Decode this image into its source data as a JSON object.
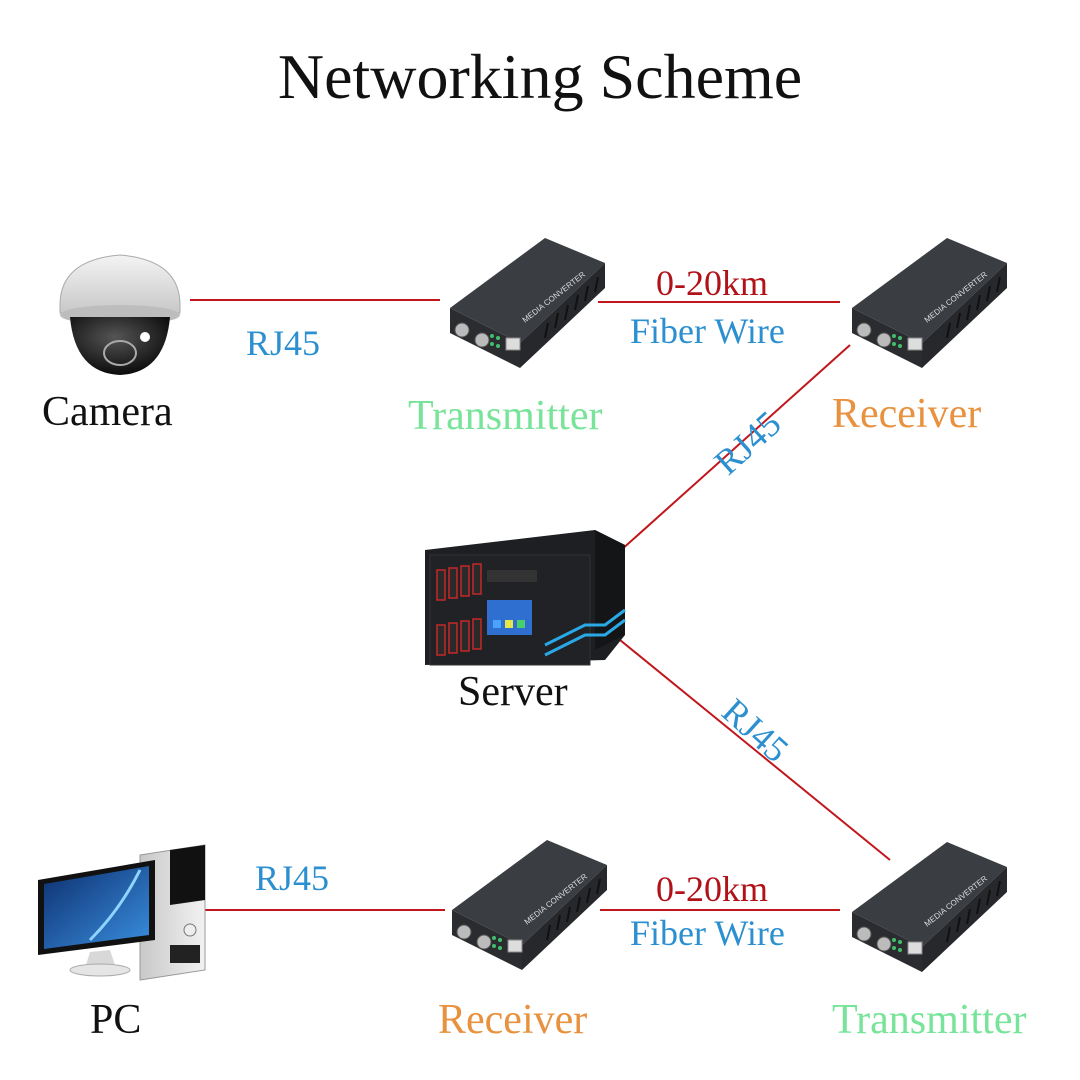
{
  "title": "Networking Scheme",
  "nodes": {
    "camera": {
      "label": "Camera",
      "icon": "dome-camera-icon"
    },
    "transmitter_top": {
      "label": "Transmitter",
      "icon": "media-converter-icon"
    },
    "receiver_top": {
      "label": "Receiver",
      "icon": "media-converter-icon"
    },
    "server": {
      "label": "Server",
      "icon": "rack-server-icon"
    },
    "pc": {
      "label": "PC",
      "icon": "desktop-pc-icon"
    },
    "receiver_bottom": {
      "label": "Receiver",
      "icon": "media-converter-icon"
    },
    "transmitter_bottom": {
      "label": "Transmitter",
      "icon": "media-converter-icon"
    }
  },
  "links": {
    "camera_to_transmitter": {
      "label": "RJ45"
    },
    "top_fiber": {
      "distance": "0-20km",
      "label": "Fiber Wire"
    },
    "receiver_to_server": {
      "label": "RJ45"
    },
    "server_to_transmitter": {
      "label": "RJ45"
    },
    "pc_to_receiver": {
      "label": "RJ45"
    },
    "bottom_fiber": {
      "distance": "0-20km",
      "label": "Fiber Wire"
    }
  },
  "colors": {
    "wire": "#c0161c",
    "rj45_text": "#2c8fd0",
    "distance_text": "#b01218",
    "transmitter_text": "#78e49a",
    "receiver_text": "#e8913e"
  }
}
